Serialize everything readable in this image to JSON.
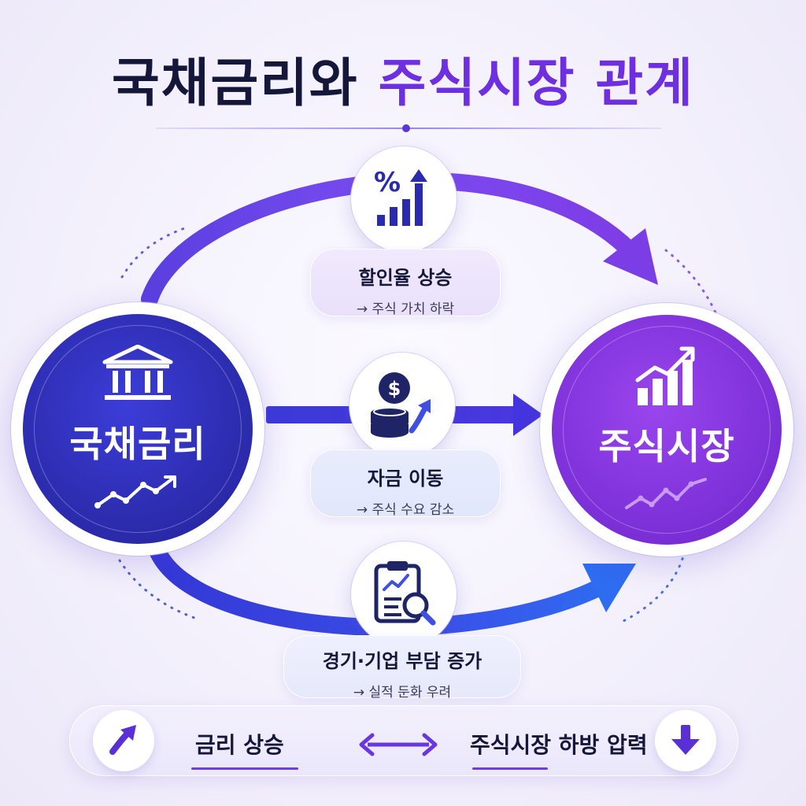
{
  "title": {
    "part1": "국채금리와",
    "part2": "주식시장 관계"
  },
  "colors": {
    "navy": "#14163a",
    "purple": "#6d2fe0",
    "blue": "#2a2aaa",
    "violet": "#7a2fd6"
  },
  "nodes": {
    "bond": {
      "label": "국채금리",
      "icon": "bank-icon",
      "sub_icon": "trend-up-line-icon"
    },
    "stock": {
      "label": "주식시장",
      "icon": "bar-chart-up-icon",
      "sub_icon": "trend-up-line-icon"
    }
  },
  "paths": [
    {
      "icon": "percent-bar-chart-icon",
      "label": "할인율 상승",
      "effect": "→ 주식 가치 하락"
    },
    {
      "icon": "dollar-coins-icon",
      "label": "자금 이동",
      "effect": "→ 주식 수요 감소"
    },
    {
      "icon": "clipboard-magnifier-icon",
      "label": "경기·기업 부담 증가",
      "effect": "→ 실적 둔화 우려"
    }
  ],
  "summary": {
    "left": {
      "icon": "arrow-up-icon",
      "label": "금리 상승"
    },
    "middle_icon": "double-arrow-icon",
    "right": {
      "icon": "arrow-down-icon",
      "label": "주식시장 하방 압력"
    }
  }
}
